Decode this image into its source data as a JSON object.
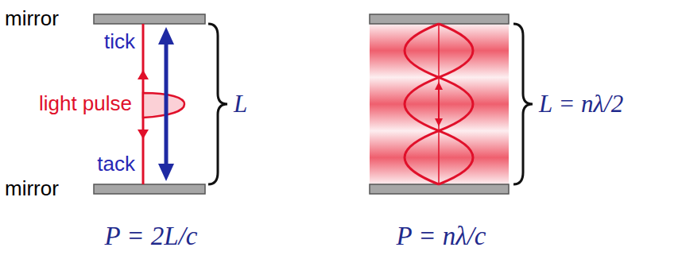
{
  "diagram": {
    "labels": [
      "mirror",
      "tick",
      "light pulse",
      "L",
      "tack",
      "mirror",
      "L = nλ/2",
      "P = 2L/c",
      "P = nλ/c"
    ]
  }
}
